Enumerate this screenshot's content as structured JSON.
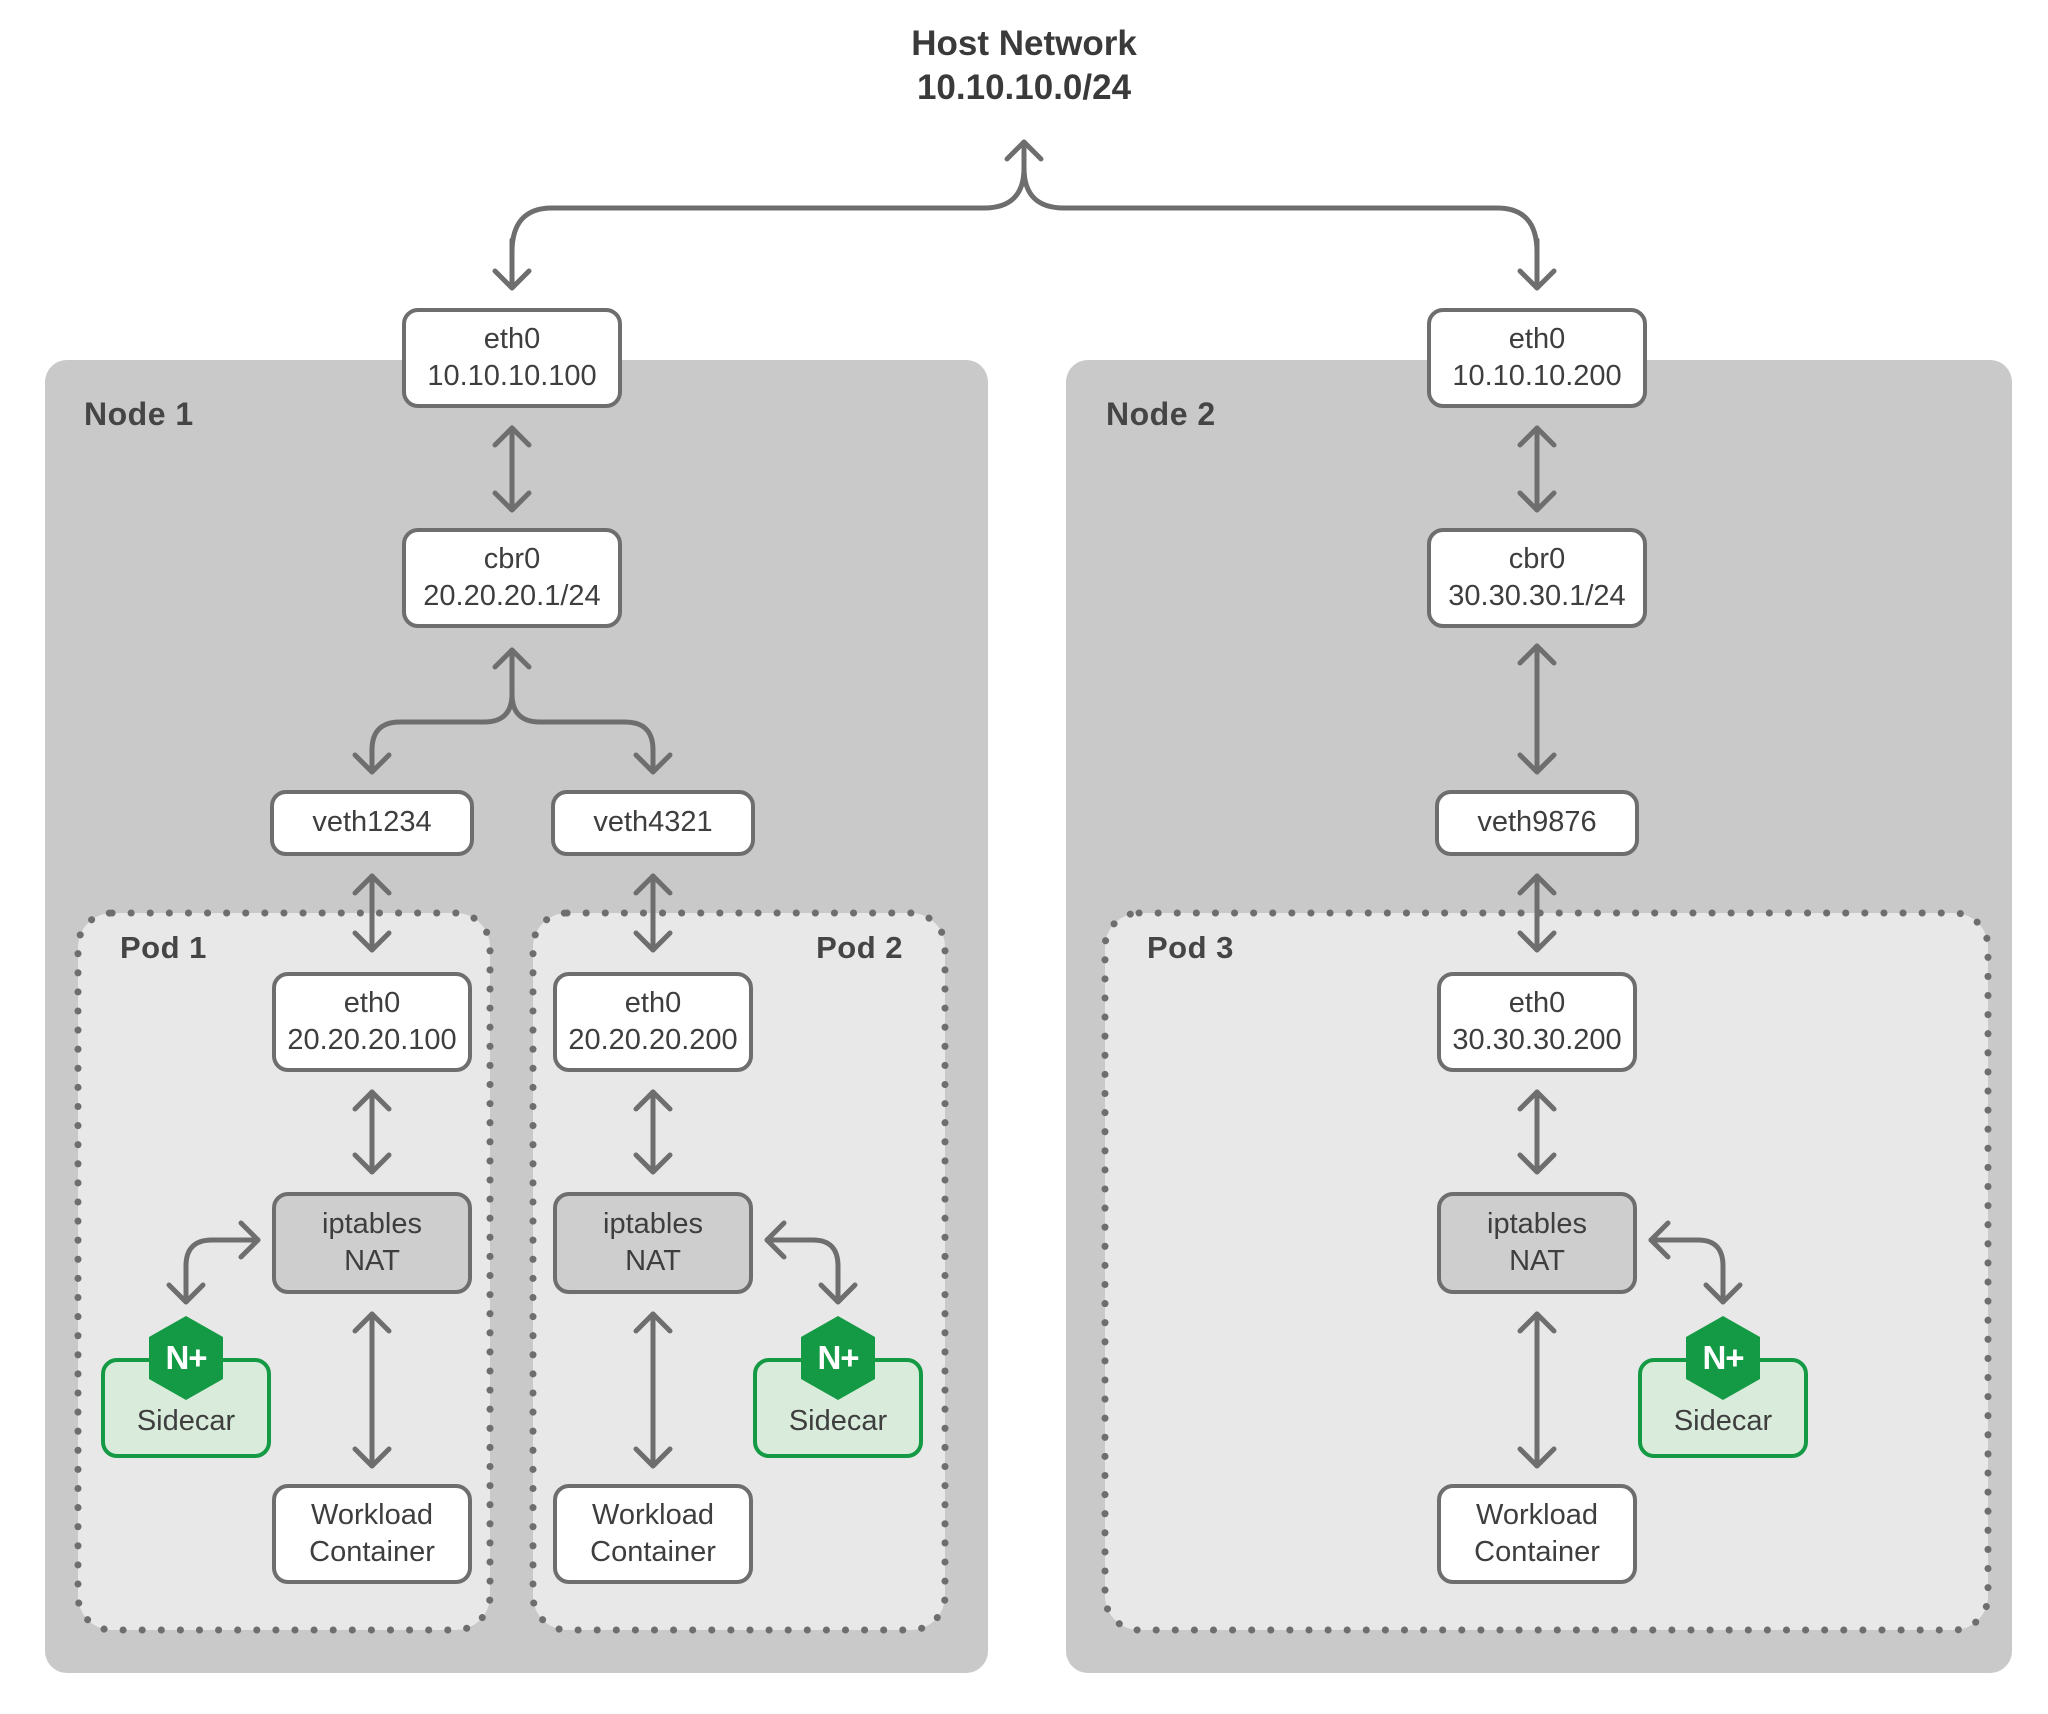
{
  "title": {
    "line1": "Host Network",
    "line2": "10.10.10.0/24"
  },
  "colors": {
    "node_background": "#c9c9c9",
    "pod_background": "#e8e8e8",
    "nat_background": "#cecece",
    "outline_gray": "#6e6e6e",
    "nginx_green": "#149a44",
    "sidecar_fill_green": "#d9ecdb",
    "text_gray": "#3e3e3e"
  },
  "nodes": [
    {
      "label": "Node 1",
      "eth0": {
        "name": "eth0",
        "ip": "10.10.10.100"
      },
      "bridge": {
        "name": "cbr0",
        "ip": "20.20.20.1/24"
      },
      "veths": [
        "veth1234",
        "veth4321"
      ],
      "pods": [
        {
          "label": "Pod 1",
          "eth0": {
            "name": "eth0",
            "ip": "20.20.20.100"
          },
          "nat": {
            "line1": "iptables",
            "line2": "NAT"
          },
          "sidecar": {
            "logo": "N+",
            "label": "Sidecar"
          },
          "workload": {
            "line1": "Workload",
            "line2": "Container"
          }
        },
        {
          "label": "Pod 2",
          "eth0": {
            "name": "eth0",
            "ip": "20.20.20.200"
          },
          "nat": {
            "line1": "iptables",
            "line2": "NAT"
          },
          "sidecar": {
            "logo": "N+",
            "label": "Sidecar"
          },
          "workload": {
            "line1": "Workload",
            "line2": "Container"
          }
        }
      ]
    },
    {
      "label": "Node 2",
      "eth0": {
        "name": "eth0",
        "ip": "10.10.10.200"
      },
      "bridge": {
        "name": "cbr0",
        "ip": "30.30.30.1/24"
      },
      "veths": [
        "veth9876"
      ],
      "pods": [
        {
          "label": "Pod 3",
          "eth0": {
            "name": "eth0",
            "ip": "30.30.30.200"
          },
          "nat": {
            "line1": "iptables",
            "line2": "NAT"
          },
          "sidecar": {
            "logo": "N+",
            "label": "Sidecar"
          },
          "workload": {
            "line1": "Workload",
            "line2": "Container"
          }
        }
      ]
    }
  ]
}
